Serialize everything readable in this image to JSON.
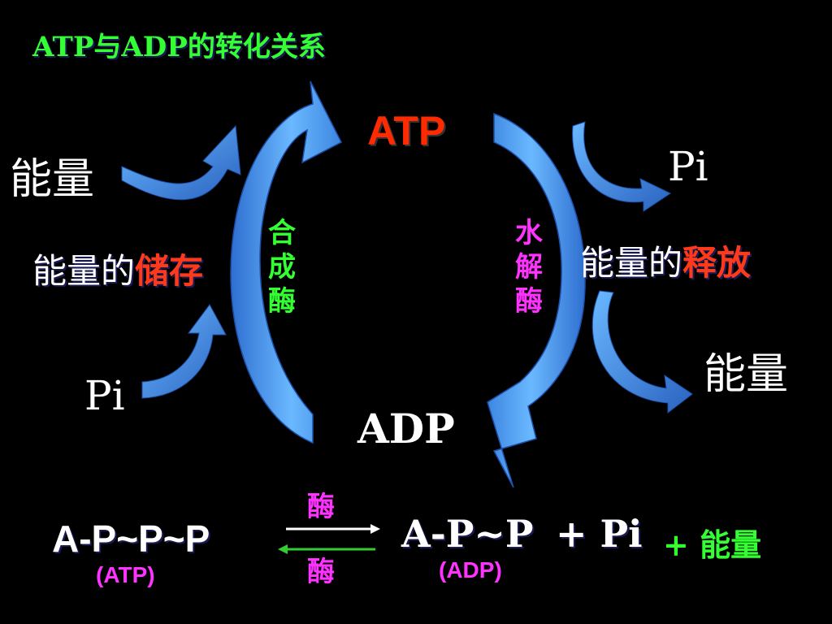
{
  "title": "ATP与ADP的转化关系",
  "center": {
    "top": "ATP",
    "bottom": "ADP"
  },
  "left": {
    "energy": "能量",
    "storage_prefix": "能量的",
    "storage_highlight": "储存",
    "pi": "Pi",
    "enzyme_chars": [
      "合",
      "成",
      "酶"
    ]
  },
  "right": {
    "pi": "Pi",
    "release_prefix": "能量的",
    "release_highlight": "释放",
    "energy": "能量",
    "enzyme_chars": [
      "水",
      "解",
      "酶"
    ]
  },
  "equation": {
    "left": "A-P~P~P",
    "left_sub": "(ATP)",
    "enzyme_top": "酶",
    "enzyme_bottom": "酶",
    "right": "A-P~P",
    "plus_pi": "+ Pi",
    "right_sub": "(ADP)",
    "plus_energy": "+ 能量"
  },
  "colors": {
    "background": "#000000",
    "arrow_light": "#5fb0ff",
    "arrow_dark": "#2f6fd0",
    "title_green": "#33ff33",
    "atp_red": "#ff2a00",
    "highlight_red": "#ff3a1a",
    "magenta": "#ff33ff"
  }
}
